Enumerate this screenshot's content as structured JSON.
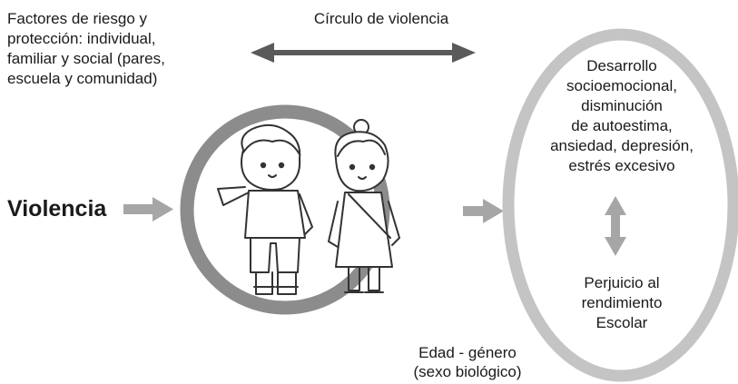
{
  "risk_factors": [
    "Factores de riesgo y",
    "protección: individual,",
    "familiar y social (pares,",
    "escuela y comunidad)"
  ],
  "cycle_label": "Círculo de violencia",
  "violence_label": "Violencia",
  "age_gender": [
    "Edad - género",
    "(sexo biológico)"
  ],
  "emotional_effects": [
    "Desarrollo",
    "socioemocional,",
    "disminución",
    "de autoestima,",
    "ansiedad, depresión,",
    "estrés excesivo"
  ],
  "school_effect": [
    "Perjuicio al",
    "rendimiento",
    "Escolar"
  ],
  "colors": {
    "ring_dark": "#8c8c8c",
    "ring_light": "#c4c4c4",
    "arrow_dark": "#5a5a5a",
    "arrow_light": "#a6a6a6"
  }
}
